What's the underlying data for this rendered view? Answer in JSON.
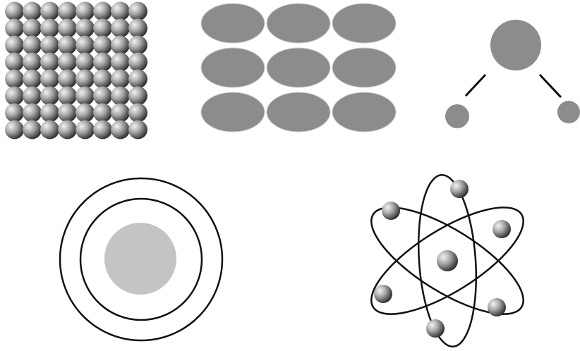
{
  "colors": {
    "background": "#ffffff",
    "fill_gray": "#8c8c8c",
    "nucleus_light": "#c4c4c4",
    "stroke": "#111111",
    "sphere_light": "#f2f2f2",
    "sphere_mid": "#a8a8a8",
    "sphere_dark": "#2e2e2e"
  },
  "diagrams": {
    "packed_spheres": {
      "shape": "shaded-sphere",
      "rows": 8,
      "columns": 8
    },
    "ellipse_grid": {
      "shape": "gray-ellipse",
      "rows": 3,
      "columns": 3
    },
    "molecule": {
      "shape": "bent-molecule",
      "central_atoms": 1,
      "outer_atoms": 2,
      "bonds": 2
    },
    "shell_model": {
      "shape": "nucleus-with-shells",
      "nucleus": 1,
      "shells": 2
    },
    "atom_model": {
      "shape": "orbital-atom",
      "nucleus": 1,
      "orbits": 3,
      "electrons": 6
    }
  }
}
